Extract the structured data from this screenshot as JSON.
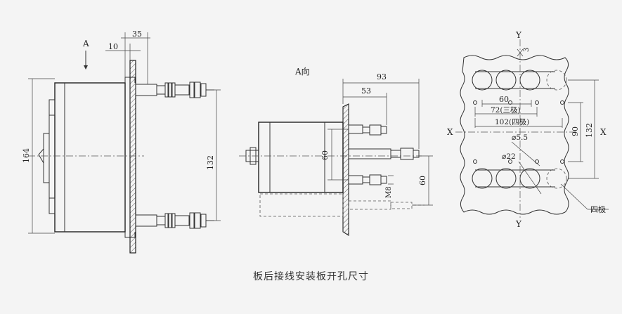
{
  "caption": "板后接线安装板开孔尺寸",
  "side_view": {
    "view_label": "A",
    "dims": {
      "d35": "35",
      "d10": "10",
      "d164": "164",
      "d132": "132"
    }
  },
  "a_view": {
    "title": "A向",
    "dims": {
      "d93": "93",
      "d53": "53",
      "d60_left": "60",
      "d60_right": "60",
      "thread": "M8"
    }
  },
  "cutout": {
    "axis_x": "X",
    "axis_y": "Y",
    "dims": {
      "d3": "3",
      "d60": "60",
      "d72": "72(三极)",
      "d102": "102(四极)",
      "d5_5": "⌀5.5",
      "d22": "⌀22",
      "d90": "90",
      "d132": "132"
    },
    "four_pole_label": "四极"
  }
}
